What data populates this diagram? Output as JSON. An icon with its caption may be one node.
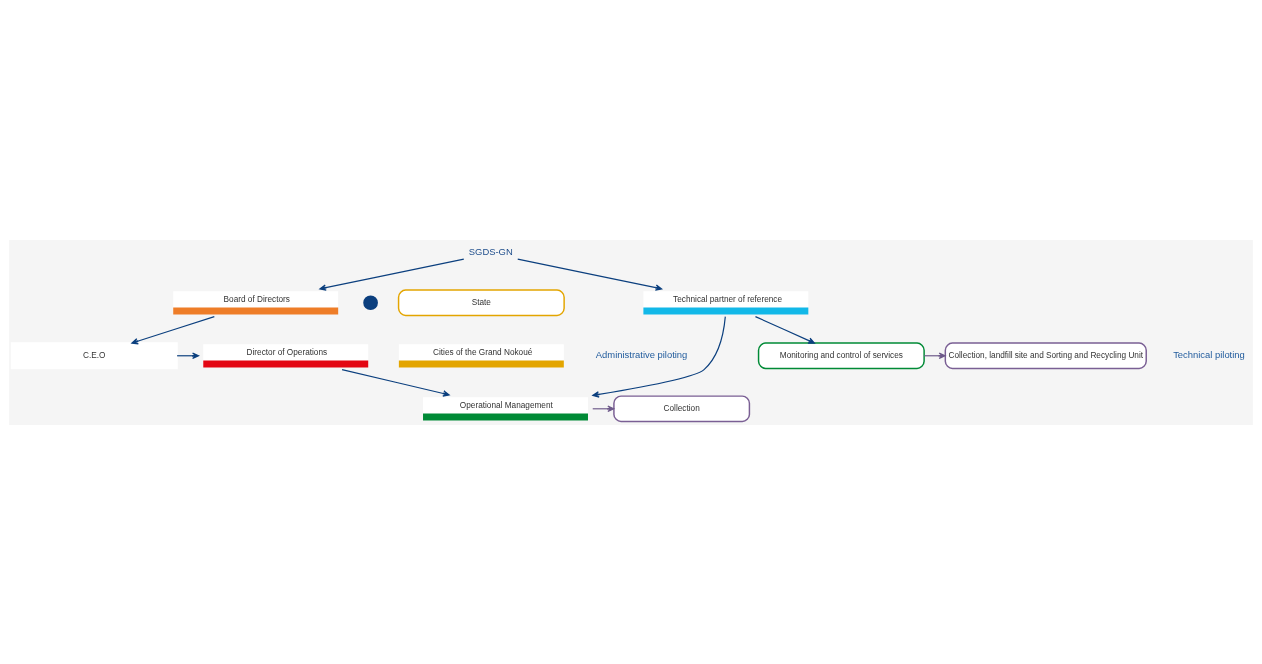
{
  "diagram": {
    "nodes": [
      {
        "text": [
          "Board of Directors"
        ]
      },
      {
        "text": [
          "State"
        ]
      },
      {
        "text": [
          "Cities of the Grand Nokoué"
        ]
      },
      {
        "text": [
          "C.E.O"
        ]
      },
      {
        "text": [
          "Director of Operations"
        ]
      },
      {
        "text": [
          "Technical partner of reference"
        ]
      },
      {
        "text": [
          "Operational Management"
        ]
      },
      {
        "text": [
          "Monitoring and control of services"
        ]
      },
      {
        "text": [
          "Collection"
        ]
      },
      {
        "text": [
          "Collection, landfill site and Sorting and Recycling Unit"
        ]
      },
      {
        "text": [
          "SGDS-GN"
        ]
      },
      {
        "text": [],
        "shape": "circle"
      }
    ],
    "edges": [
      {
        "from": 10,
        "to": 0,
        "arrow": "to"
      },
      {
        "from": 10,
        "to": 5,
        "arrow": "to"
      },
      {
        "from": 0,
        "to": 3,
        "arrow": "to"
      },
      {
        "from": 3,
        "to": 4,
        "arrow": "to"
      },
      {
        "from": 4,
        "to": 6,
        "arrow": "to"
      },
      {
        "from": 5,
        "to": 6,
        "arrow": "to"
      },
      {
        "from": 5,
        "to": 7,
        "arrow": "to"
      },
      {
        "from": 6,
        "to": 8,
        "arrow": "to",
        "color": "#6e5a8a"
      },
      {
        "from": 7,
        "to": 9,
        "arrow": "to",
        "color": "#6e5a8a"
      }
    ],
    "labels": [
      "Administrative piloting",
      "Technical piloting"
    ]
  }
}
